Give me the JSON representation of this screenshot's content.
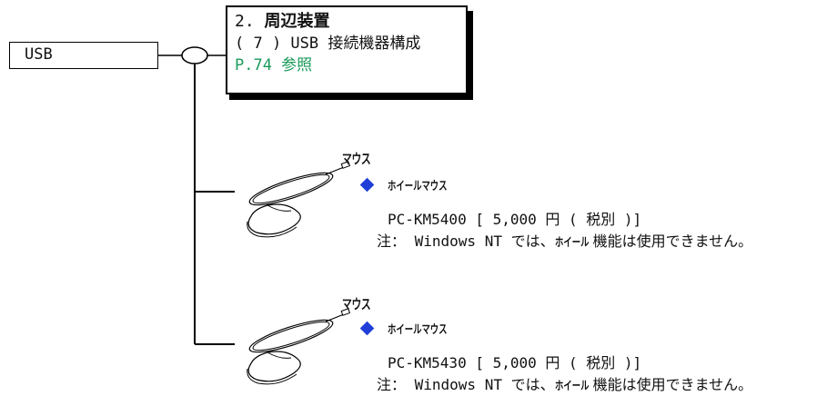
{
  "usb_box": {
    "label": "USB"
  },
  "reference": {
    "number": "2.",
    "title": "周辺装置",
    "subtitle": "( 7 ) USB 接続機器構成",
    "page_ref": "P.74 参照"
  },
  "items": [
    {
      "category": "マウス",
      "name": "ホイールマウス",
      "model": "PC-KM5400 [ 5,000 円 ( 税別 )]",
      "note_prefix": "注：  Windows NT では、",
      "note_small": "ホイール",
      "note_suffix": "機能は使用できません。"
    },
    {
      "category": "マウス",
      "name": "ホイールマウス",
      "model": "PC-KM5430 [ 5,000 円 ( 税別 )]",
      "note_prefix": "注：  Windows NT では、",
      "note_small": "ホイール",
      "note_suffix": "機能は使用できません。"
    }
  ],
  "colors": {
    "accent_link": "#1a9a5a",
    "bullet": "#1f3fd8"
  },
  "icons": [
    "mouse-icon",
    "diamond-bullet-icon"
  ]
}
